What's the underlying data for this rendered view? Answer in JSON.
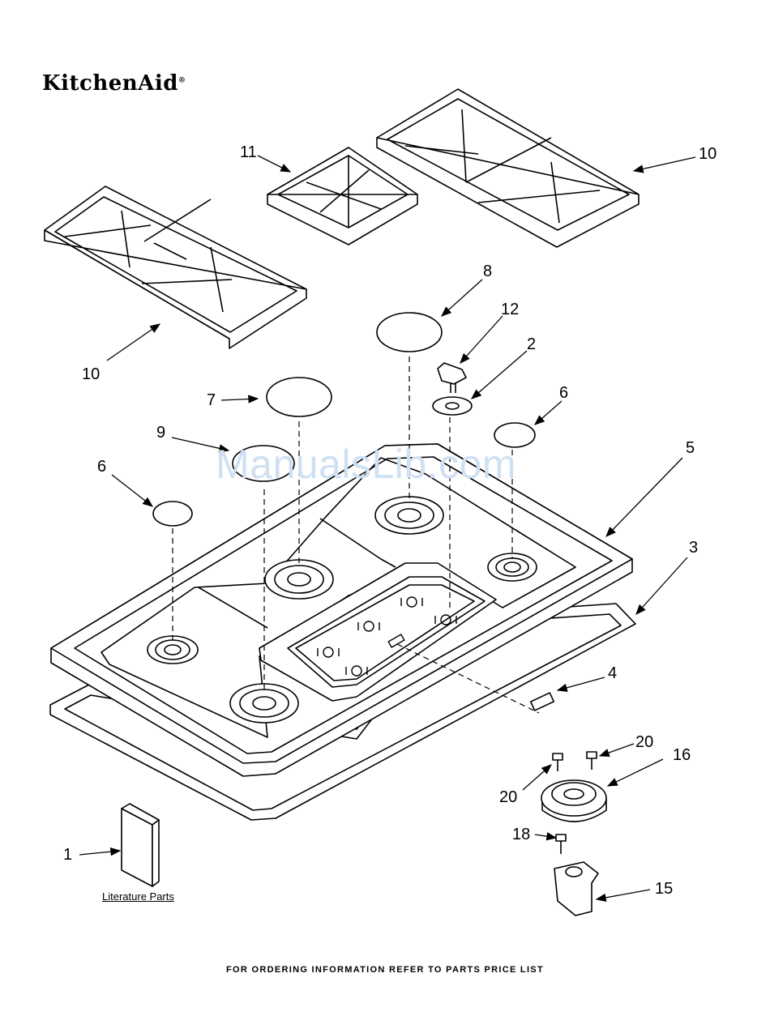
{
  "brand": {
    "name": "KitchenAid",
    "mark": "®"
  },
  "watermark": "ManualsLib.com",
  "callouts": {
    "c1": "1",
    "c2": "2",
    "c3": "3",
    "c4": "4",
    "c5": "5",
    "c6a": "6",
    "c6b": "6",
    "c7": "7",
    "c8": "8",
    "c9": "9",
    "c10a": "10",
    "c10b": "10",
    "c11": "11",
    "c12": "12",
    "c15": "15",
    "c16": "16",
    "c18": "18",
    "c20a": "20",
    "c20b": "20"
  },
  "literature_label": "Literature Parts",
  "footer": "FOR ORDERING INFORMATION REFER TO PARTS PRICE LIST"
}
